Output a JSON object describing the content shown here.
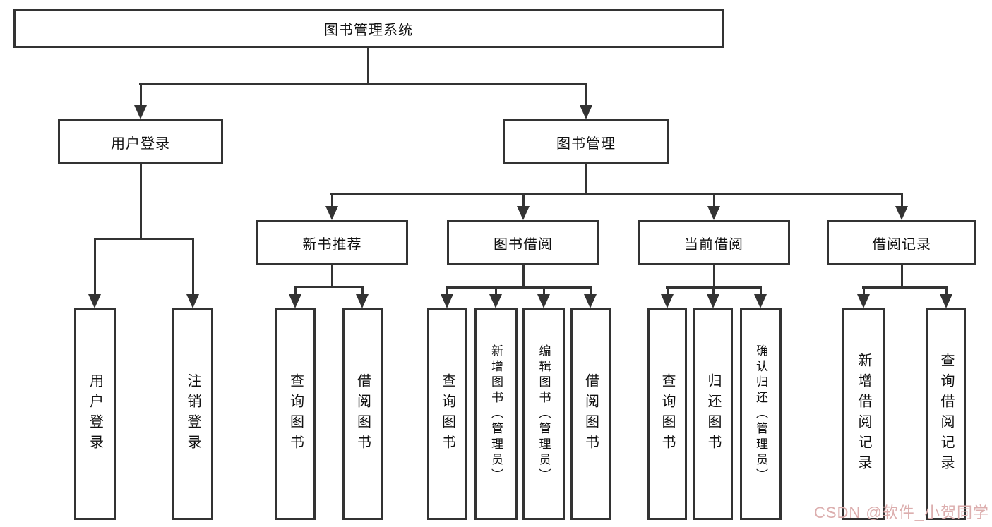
{
  "colors": {
    "line": "#333333",
    "text": "#111111",
    "watermark": "#dcaeae"
  },
  "watermark": {
    "text": "CSDN @软件_小贺同学"
  },
  "tree": {
    "root": {
      "label": "图书管理系统"
    },
    "branches": [
      {
        "label": "用户登录",
        "children": [
          {
            "label": "用户登录"
          },
          {
            "label": "注销登录"
          }
        ]
      },
      {
        "label": "图书管理",
        "children": [
          {
            "label": "新书推荐",
            "children": [
              {
                "label": "查询图书"
              },
              {
                "label": "借阅图书"
              }
            ]
          },
          {
            "label": "图书借阅",
            "children": [
              {
                "label": "查询图书"
              },
              {
                "label": "新增图书（管理员）"
              },
              {
                "label": "编辑图书（管理员）"
              },
              {
                "label": "借阅图书"
              }
            ]
          },
          {
            "label": "当前借阅",
            "children": [
              {
                "label": "查询图书"
              },
              {
                "label": "归还图书"
              },
              {
                "label": "确认归还（管理员）"
              }
            ]
          },
          {
            "label": "借阅记录",
            "children": [
              {
                "label": "新增借阅记录"
              },
              {
                "label": "查询借阅记录"
              }
            ]
          }
        ]
      }
    ]
  }
}
